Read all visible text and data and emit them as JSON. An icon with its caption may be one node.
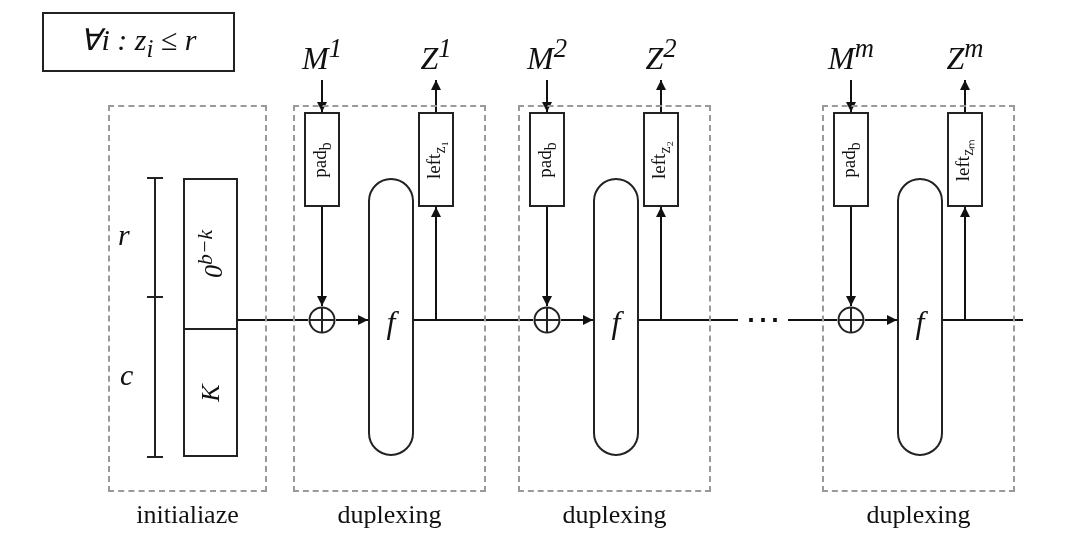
{
  "diagram": {
    "nodes": [
      {
        "text": [
          "∀i : z$_{i}$ ≤ r"
        ]
      },
      {
        "text": [
          "initialiaze"
        ]
      },
      {
        "text": [
          "0$^{b−k}$"
        ],
        "in": 1
      },
      {
        "text": [
          "K"
        ],
        "in": 1
      },
      {
        "text": [
          "duplexing"
        ]
      },
      {
        "text": [
          "M$^{1}$"
        ]
      },
      {
        "text": [
          "pad$_{b}$"
        ],
        "in": 4
      },
      {
        "text": [],
        "shape": "circle",
        "in": 4
      },
      {
        "text": [
          "f"
        ],
        "in": 4
      },
      {
        "text": [
          "left$_{z₁}$"
        ],
        "in": 4
      },
      {
        "text": [
          "Z$^{1}$"
        ]
      },
      {
        "text": [
          "duplexing"
        ]
      },
      {
        "text": [
          "M$^{2}$"
        ]
      },
      {
        "text": [
          "pad$_{b}$"
        ],
        "in": 11
      },
      {
        "text": [],
        "shape": "circle",
        "in": 11
      },
      {
        "text": [
          "f"
        ],
        "in": 11
      },
      {
        "text": [
          "left$_{z₂}$"
        ],
        "in": 11
      },
      {
        "text": [
          "Z$^{2}$"
        ]
      },
      {
        "text": [
          "⋯"
        ]
      },
      {
        "text": [
          "duplexing"
        ]
      },
      {
        "text": [
          "M$^{m}$"
        ]
      },
      {
        "text": [
          "pad$_{b}$"
        ],
        "in": 19
      },
      {
        "text": [],
        "shape": "circle",
        "in": 19
      },
      {
        "text": [
          "f"
        ],
        "in": 19
      },
      {
        "text": [
          "left$_{zₘ}$"
        ],
        "in": 19
      },
      {
        "text": [
          "Z$^{m}$"
        ]
      }
    ],
    "edges": [
      {
        "from": 2,
        "to": 7,
        "arrow": "none"
      },
      {
        "from": 5,
        "to": 6,
        "arrow": "to"
      },
      {
        "from": 6,
        "to": 7,
        "arrow": "to"
      },
      {
        "from": 7,
        "to": 8,
        "arrow": "to"
      },
      {
        "from": 8,
        "to": 9,
        "arrow": "to"
      },
      {
        "from": 9,
        "to": 10,
        "arrow": "to"
      },
      {
        "from": 8,
        "to": 14,
        "arrow": "none"
      },
      {
        "from": 12,
        "to": 13,
        "arrow": "to"
      },
      {
        "from": 13,
        "to": 14,
        "arrow": "to"
      },
      {
        "from": 14,
        "to": 15,
        "arrow": "to"
      },
      {
        "from": 15,
        "to": 16,
        "arrow": "to"
      },
      {
        "from": 16,
        "to": 17,
        "arrow": "to"
      },
      {
        "from": 15,
        "to": 18,
        "arrow": "none"
      },
      {
        "from": 18,
        "to": 22,
        "arrow": "none"
      },
      {
        "from": 20,
        "to": 21,
        "arrow": "to"
      },
      {
        "from": 21,
        "to": 22,
        "arrow": "to"
      },
      {
        "from": 22,
        "to": 23,
        "arrow": "to"
      },
      {
        "from": 23,
        "to": 24,
        "arrow": "to"
      },
      {
        "from": 24,
        "to": 25,
        "arrow": "to"
      },
      {
        "from": 23,
        "to": null,
        "arrow": "none"
      }
    ],
    "labels": [
      "r",
      "c"
    ]
  }
}
